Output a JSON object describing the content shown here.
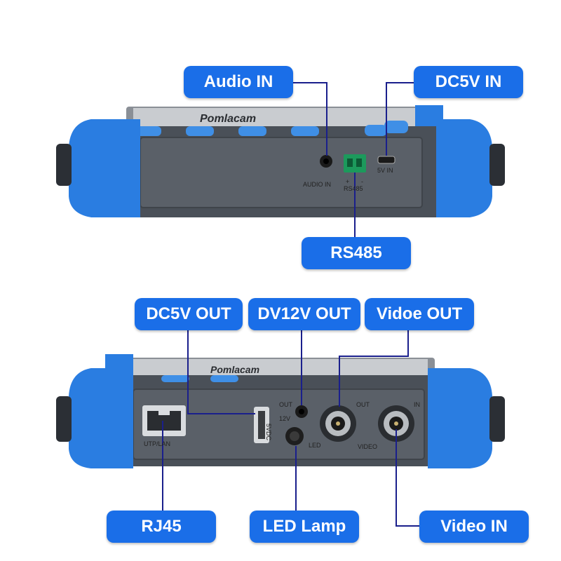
{
  "brand": "Pomlacam",
  "colors": {
    "label_bg": "#1a6ee8",
    "bumper": "#2a7de1",
    "body": "#4a5058",
    "panel": "#5a6068",
    "line": "#1a1f8c"
  },
  "top": {
    "labels": {
      "audio_in": "Audio IN",
      "dc5v_in": "DC5V IN",
      "rs485": "RS485"
    },
    "panel_text": {
      "audio_in": "AUDIO IN",
      "plus": "+",
      "minus": "-",
      "rs485": "RS485",
      "five_v_in": "5V IN"
    }
  },
  "bottom": {
    "labels": {
      "dc5v_out": "DC5V OUT",
      "dv12v_out": "DV12V  OUT",
      "video_out": "Vidoe OUT",
      "rj45": "RJ45",
      "led_lamp": "LED Lamp",
      "video_in": "Video IN"
    },
    "panel_text": {
      "utp_lan": "UTP/LAN",
      "usb_5v": "5VDC",
      "twelve_v": "12V",
      "out": "OUT",
      "led": "LED",
      "out2": "OUT",
      "video": "VIDEO",
      "in": "IN"
    }
  }
}
